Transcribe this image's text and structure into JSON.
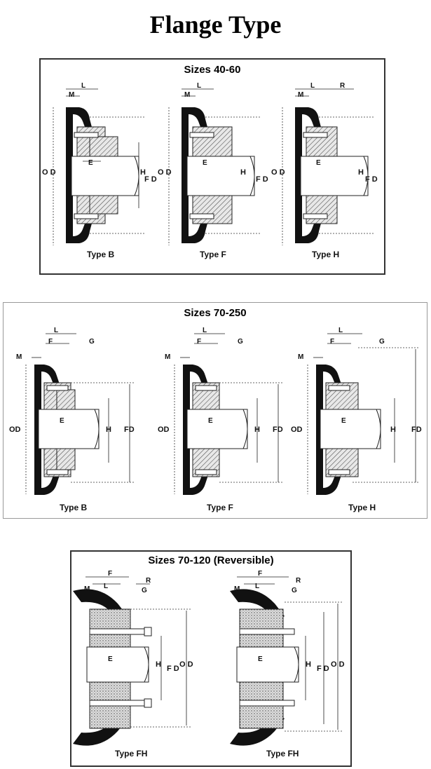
{
  "page": {
    "title": "Flange Type"
  },
  "panels": [
    {
      "title": "Sizes 40-60",
      "figures": [
        {
          "type_label": "Type B",
          "dims": {
            "m": "M",
            "l": "L",
            "od": "O D",
            "e": "E",
            "h": "H",
            "fd": "F D"
          }
        },
        {
          "type_label": "Type F",
          "dims": {
            "m": "M",
            "l": "L",
            "od": "O D",
            "e": "E",
            "h": "H",
            "fd": "F D"
          }
        },
        {
          "type_label": "Type H",
          "dims": {
            "m": "M",
            "l": "L",
            "r": "R",
            "od": "O D",
            "e": "E",
            "h": "H",
            "fd": "F D"
          }
        }
      ]
    },
    {
      "title": "Sizes 70-250",
      "figures": [
        {
          "type_label": "Type B",
          "dims": {
            "m": "M",
            "l": "L",
            "f": "F",
            "g": "G",
            "od": "OD",
            "e": "E",
            "h": "H",
            "fd": "FD"
          }
        },
        {
          "type_label": "Type F",
          "dims": {
            "m": "M",
            "l": "L",
            "f": "F",
            "g": "G",
            "od": "OD",
            "e": "E",
            "h": "H",
            "fd": "FD"
          }
        },
        {
          "type_label": "Type H",
          "dims": {
            "m": "M",
            "l": "L",
            "f": "F",
            "g": "G",
            "od": "OD",
            "e": "E",
            "h": "H",
            "fd": "FD"
          }
        }
      ]
    },
    {
      "title": "Sizes 70-120   (Reversible)",
      "figures": [
        {
          "type_label": "Type FH",
          "dims": {
            "f": "F",
            "m": "M",
            "l": "L",
            "r": "R",
            "g": "G",
            "e": "E",
            "h": "H",
            "fd": "F D",
            "od": "O D"
          }
        },
        {
          "type_label": "Type FH",
          "dims": {
            "f": "F",
            "m": "M",
            "l": "L",
            "r": "R",
            "g": "G",
            "e": "E",
            "h": "H",
            "fd": "F D",
            "od": "O D"
          }
        }
      ]
    }
  ]
}
